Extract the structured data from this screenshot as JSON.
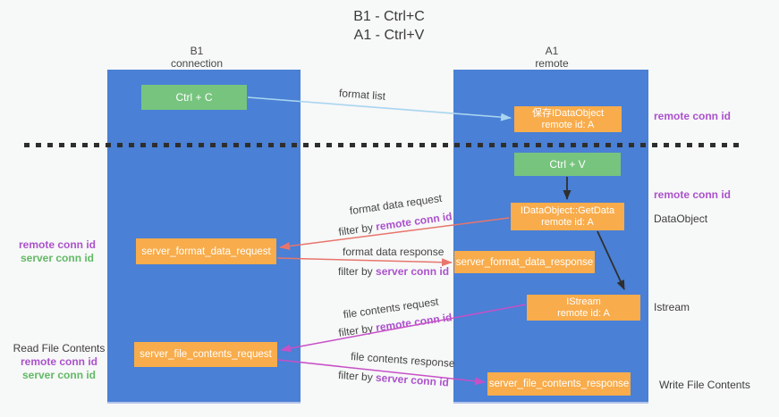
{
  "title": {
    "line1": "B1 - Ctrl+C",
    "line2": "A1 - Ctrl+V"
  },
  "columns": {
    "left": {
      "name_line": "B1",
      "role_line": "connection"
    },
    "right": {
      "name_line": "A1",
      "role_line": "remote"
    }
  },
  "nodes": {
    "ctrl_c": "Ctrl + C",
    "ctrl_v": "Ctrl + V",
    "save_dataobject": {
      "line1": "保存IDataObject",
      "line2": "remote id: A"
    },
    "getdata": {
      "line1": "IDataObject::GetData",
      "line2": "remote id: A"
    },
    "istream": {
      "line1": "IStream",
      "line2": "remote id: A"
    },
    "format_request": "server_format_data_request",
    "format_response": "server_format_data_response",
    "file_request": "server_file_contents_request",
    "file_response": "server_file_contents_response"
  },
  "left_annotations": {
    "format_group": {
      "remote": "remote conn id",
      "server": "server conn id"
    },
    "file_group": {
      "title": "Read File Contents",
      "remote": "remote conn id",
      "server": "server conn id"
    }
  },
  "right_annotations": {
    "remote_conn_top": "remote conn id",
    "remote_conn_mid": "remote conn id",
    "dataobject": "DataObject",
    "istream": "Istream",
    "write_file": "Write File Contents"
  },
  "arrows": {
    "format_list": {
      "label": "format list"
    },
    "format_data_request": {
      "label": "format data request",
      "filter_prefix": "filter by ",
      "filter_id": "remote conn id"
    },
    "format_data_response": {
      "label": "format data response",
      "filter_prefix": "filter by ",
      "filter_id": "server conn id"
    },
    "file_contents_request": {
      "label": "file contents request",
      "filter_prefix": "filter by ",
      "filter_id": "remote conn id"
    },
    "file_contents_response": {
      "label": "file contents response",
      "filter_prefix": "filter by ",
      "filter_id": "server conn id"
    }
  },
  "colors": {
    "column_blue": "#4a80d5",
    "box_green": "#77c47e",
    "box_orange": "#f8ac4b",
    "arrow_blue": "#a9d5f0",
    "arrow_red": "#e8756c",
    "arrow_magenta": "#c750c7",
    "arrow_black": "#2f2f2f",
    "label_purple": "#ab52cc",
    "label_green": "#62b966",
    "text_dark": "#3c3c3c",
    "background": "#f7f8f8"
  }
}
